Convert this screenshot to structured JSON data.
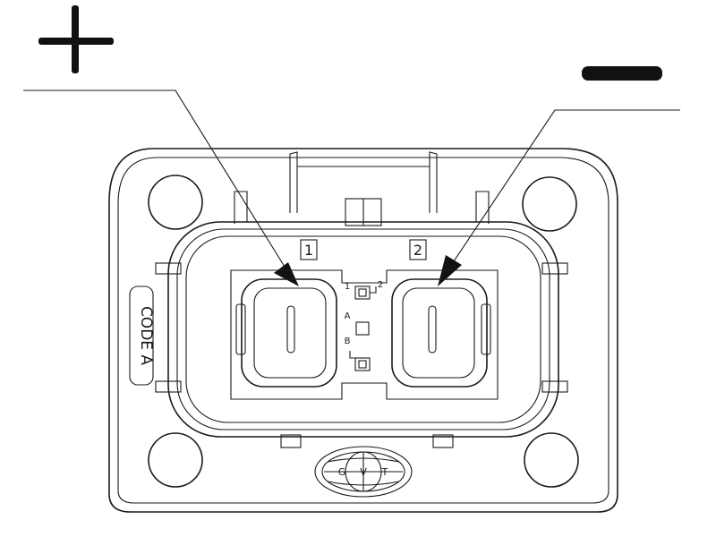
{
  "polarity": {
    "positive_symbol": "+",
    "negative_symbol": "−"
  },
  "pins": {
    "pin1_label": "1",
    "pin2_label": "2"
  },
  "code": {
    "label": "CODE A"
  },
  "keying_marks": {
    "mark_1": "1",
    "mark_2": "2",
    "mark_a": "A",
    "mark_b": "B"
  },
  "logo": {
    "letters": [
      "G",
      "V",
      "T"
    ]
  },
  "colors": {
    "line": "#1a1a1a",
    "background": "#ffffff"
  }
}
